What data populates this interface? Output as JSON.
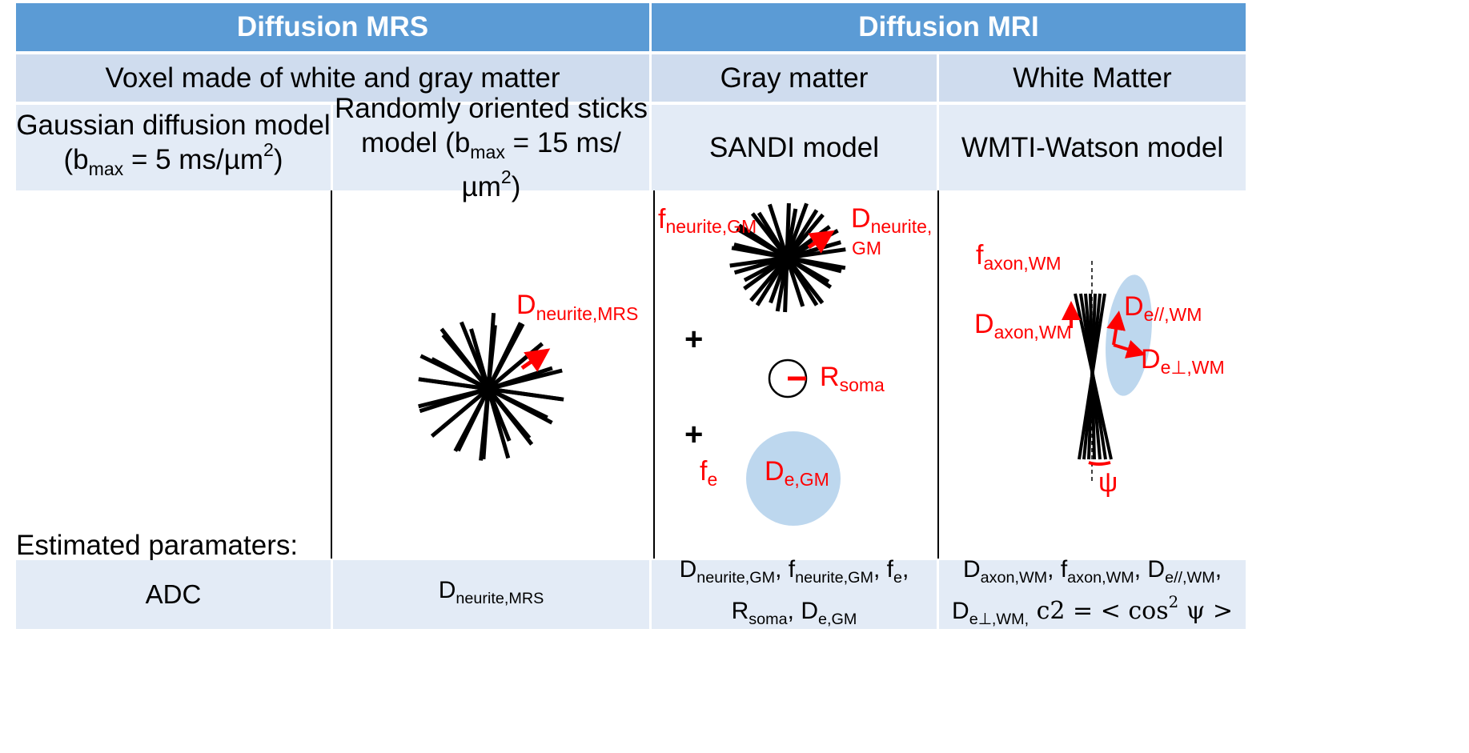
{
  "header": {
    "mrs": "Diffusion MRS",
    "mri": "Diffusion MRI"
  },
  "tissue": {
    "voxel": "Voxel made of white and gray matter",
    "gray": "Gray matter",
    "white": "White Matter"
  },
  "models": {
    "gaussian_line1": "Gaussian diffusion model",
    "gaussian_b": "(b",
    "gaussian_bsub": "max",
    "gaussian_val": " = 5 ms/µm",
    "gaussian_sup": "2",
    "gaussian_close": ")",
    "sticks_line1": "Randomly oriented sticks",
    "sticks_b": "model (b",
    "sticks_bsub": "max",
    "sticks_val": " = 15 ms/µm",
    "sticks_sup": "2",
    "sticks_close": ")",
    "sandi": "SANDI model",
    "wmti": "WMTI-Watson model"
  },
  "labels": {
    "estimated": "Estimated paramaters:",
    "d_neurite_mrs_main": "D",
    "d_neurite_mrs_sub": "neurite,MRS",
    "f_neurite_gm_main": "f",
    "f_neurite_gm_sub": "neurite,GM",
    "d_neurite_gm_main": "D",
    "d_neurite_gm_sub1": "neurite,",
    "d_neurite_gm_sub2": "GM",
    "plus": "+",
    "r_soma_main": "R",
    "r_soma_sub": "soma",
    "fe_main": "f",
    "fe_sub": "e",
    "de_gm_main": "D",
    "de_gm_sub": "e,GM",
    "f_axon_main": "f",
    "f_axon_sub": "axon,WM",
    "d_axon_main": "D",
    "d_axon_sub": "axon,WM",
    "d_epar_main": "D",
    "d_epar_sub": "e//,WM",
    "d_eperp_main": "D",
    "d_eperp_sub": "e⊥,WM",
    "psi": "ψ"
  },
  "footer": {
    "adc": "ADC",
    "mrs_main": "D",
    "mrs_sub": "neurite,MRS",
    "gm_parts": [
      "D",
      "neurite,GM",
      ", f",
      "neurite,GM",
      ", f",
      "e",
      ","
    ],
    "gm_parts2": [
      "R",
      "soma",
      ", D",
      "e,GM"
    ],
    "wm_parts": [
      "D",
      "axon,WM",
      ", f",
      "axon,WM",
      ", D",
      "e//,WM",
      ","
    ],
    "wm_parts2": [
      "D",
      "e⊥,WM,",
      " c2 = < cos",
      "2",
      " ψ >"
    ]
  },
  "colors": {
    "header_blue": "#5b9bd5",
    "row2_blue": "#cfdcee",
    "row3_blue": "#e3ebf6",
    "param_red": "#ff0000",
    "compartment_blue": "#bdd7ee"
  }
}
